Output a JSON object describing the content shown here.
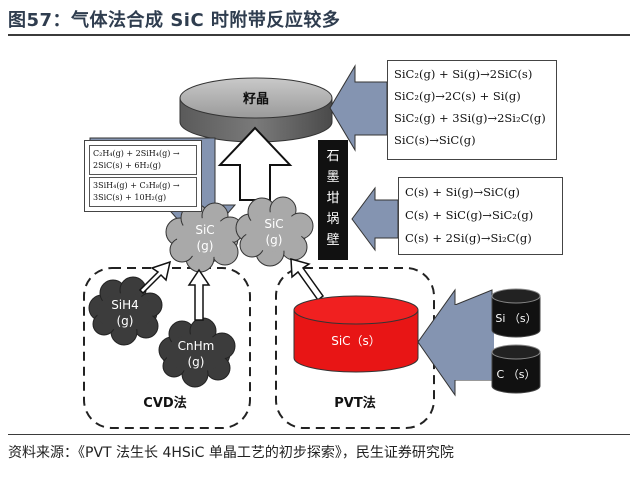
{
  "title": "图57：气体法合成 SiC 时附带反应较多",
  "source": "资料来源：《PVT 法生长 4HSiC 单晶工艺的初步探索》，民生证券研究院",
  "diagram": {
    "seed_label": "籽晶",
    "graphite_label": [
      "石",
      "墨",
      "坩",
      "埚",
      "壁"
    ],
    "cloud1": [
      "SiC",
      "(g)"
    ],
    "cloud2": [
      "SiC",
      "(g)"
    ],
    "cloud_sih4": [
      "SiH4",
      "(g)"
    ],
    "cloud_cnhm": [
      "CnHm",
      "(g)"
    ],
    "cvd_label": "CVD法",
    "pvt_label": "PVT法",
    "sic_solid_label": "SiC（s）",
    "si_source_label": "Si （s）",
    "c_source_label": "C （s）",
    "eq_top": [
      "SiC₂(g) + Si(g)→2SiC(s)",
      "SiC₂(g)→2C(s) + Si(g)",
      "SiC₂(g) + 3Si(g)→2Si₂C(g)",
      "SiC(s)→SiC(g)"
    ],
    "eq_mid": [
      "C(s) + Si(g)→SiC(g)",
      "C(s) + SiC(g)→SiC₂(g)",
      "C(s) + 2Si(g)→Si₂C(g)"
    ],
    "eq_left_1": [
      "C₂H₄(g) + 2SiH₄(g) →",
      "2SiC(s) + 6H₂(g)"
    ],
    "eq_left_2": [
      "3SiH₄(g) + C₃H₈(g) →",
      "3SiC(s) + 10H₂(g)"
    ]
  }
}
